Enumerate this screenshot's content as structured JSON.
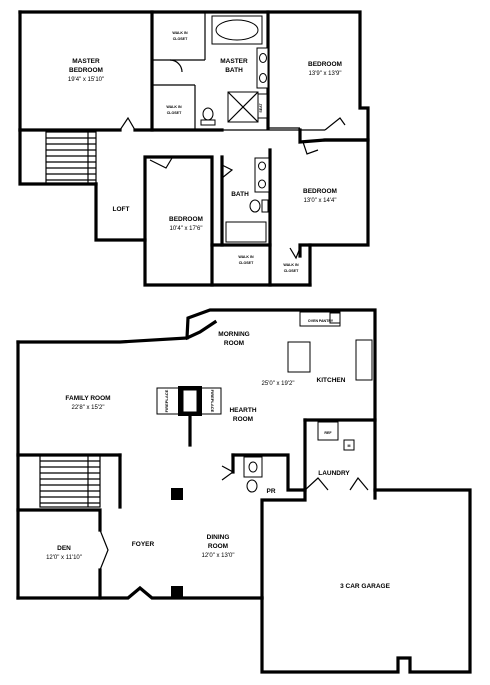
{
  "upper_floor": {
    "master_bedroom": {
      "name_line1": "MASTER",
      "name_line2": "BEDROOM",
      "dims": "19'4\" x 15'10\""
    },
    "walk_in_closet_1": {
      "line1": "WALK IN",
      "line2": "CLOSET"
    },
    "walk_in_closet_2": {
      "line1": "WALK IN",
      "line2": "CLOSET"
    },
    "master_bath": {
      "line1": "MASTER",
      "line2": "BATH"
    },
    "bath_seat": "SEAT",
    "bedroom_ne": {
      "name": "BEDROOM",
      "dims": "13'9\" x 13'9\""
    },
    "loft": "LOFT",
    "bath": "BATH",
    "bedroom_e": {
      "name": "BEDROOM",
      "dims": "13'0\" x 14'4\""
    },
    "bedroom_c": {
      "name": "BEDROOM",
      "dims": "10'4\" x 17'6\""
    },
    "walk_in_closet_3": {
      "line1": "WALK IN",
      "line2": "CLOSET"
    },
    "walk_in_closet_4": {
      "line1": "WALK IN",
      "line2": "CLOSET"
    }
  },
  "main_floor": {
    "morning_room": {
      "line1": "MORNING",
      "line2": "ROOM"
    },
    "kitchen": "KITCHEN",
    "kitchen_dims": "25'0\" x 19'2\"",
    "oven": "OVEN",
    "pantry": "PANTRY",
    "family_room": {
      "name": "FAMILY ROOM",
      "dims": "22'8\" x 15'2\""
    },
    "fireplace_left": "FIREPLACE",
    "fireplace_right": "FIREPLACE",
    "hearth_room": {
      "line1": "HEARTH",
      "line2": "ROOM"
    },
    "refrigerator": "REF",
    "microwave": "M",
    "laundry": "LAUNDRY",
    "powder_room": "PR",
    "den": {
      "name": "DEN",
      "dims": "12'0\" x 11'10\""
    },
    "foyer": "FOYER",
    "dining_room": {
      "line1": "DINING",
      "line2": "ROOM",
      "dims": "12'0\" x 13'0\""
    },
    "garage": "3 CAR GARAGE"
  }
}
